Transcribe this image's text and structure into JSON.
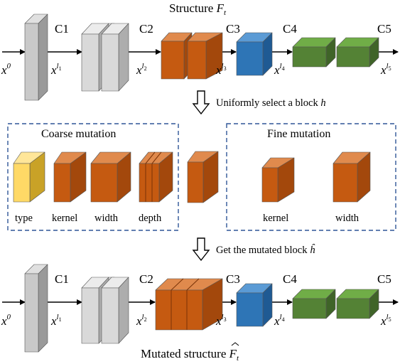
{
  "colors": {
    "gray_front": "#c9c9c9",
    "gray_side": "#9a9a9a",
    "gray_top": "#e0e0e0",
    "light_front": "#d9d9d9",
    "light_side": "#adadad",
    "light_top": "#ececec",
    "orange_front": "#c55a11",
    "orange_side": "#a3480c",
    "orange_top": "#e08a4d",
    "blue_front": "#2e75b6",
    "blue_side": "#1f5a93",
    "blue_top": "#5b9bd5",
    "green_front": "#548235",
    "green_side": "#3f6428",
    "green_top": "#70ad47",
    "yellow_front": "#ffd966",
    "yellow_side": "#c9a227",
    "yellow_top": "#ffe699",
    "dash_border": "#2f5597"
  },
  "top_network": {
    "title": "Structure ",
    "title_symbol": "F",
    "title_sub": "t",
    "stage_labels": [
      "C1",
      "C2",
      "C3",
      "C4",
      "C5"
    ],
    "feature_labels": [
      {
        "base": "x",
        "sup": "0",
        "sup_sub": ""
      },
      {
        "base": "x",
        "sup": "l",
        "sup_sub": "1"
      },
      {
        "base": "x",
        "sup": "l",
        "sup_sub": "2"
      },
      {
        "base": "x",
        "sup": "l",
        "sup_sub": "3"
      },
      {
        "base": "x",
        "sup": "l",
        "sup_sub": "4"
      },
      {
        "base": "x",
        "sup": "l",
        "sup_sub": "5"
      }
    ]
  },
  "step1": {
    "text": "Uniformly select a block ",
    "symbol": "h"
  },
  "coarse": {
    "title": "Coarse mutation",
    "labels": [
      "type",
      "kernel",
      "width",
      "depth"
    ]
  },
  "fine": {
    "title": "Fine mutation",
    "labels": [
      "kernel",
      "width"
    ]
  },
  "step2": {
    "text": "Get the mutated block ",
    "symbol": "ĥ"
  },
  "bottom_network": {
    "title": "Mutated structure ",
    "title_symbol": "F",
    "title_sub": "t",
    "stage_labels": [
      "C1",
      "C2",
      "C3",
      "C4",
      "C5"
    ],
    "feature_labels": [
      {
        "base": "x",
        "sup": "0",
        "sup_sub": ""
      },
      {
        "base": "x",
        "sup": "l",
        "sup_sub": "1"
      },
      {
        "base": "x",
        "sup": "l",
        "sup_sub": "2"
      },
      {
        "base": "x",
        "sup": "l",
        "sup_sub": "3"
      },
      {
        "base": "x",
        "sup": "l",
        "sup_sub": "4"
      },
      {
        "base": "x",
        "sup": "l",
        "sup_sub": "5"
      }
    ]
  }
}
